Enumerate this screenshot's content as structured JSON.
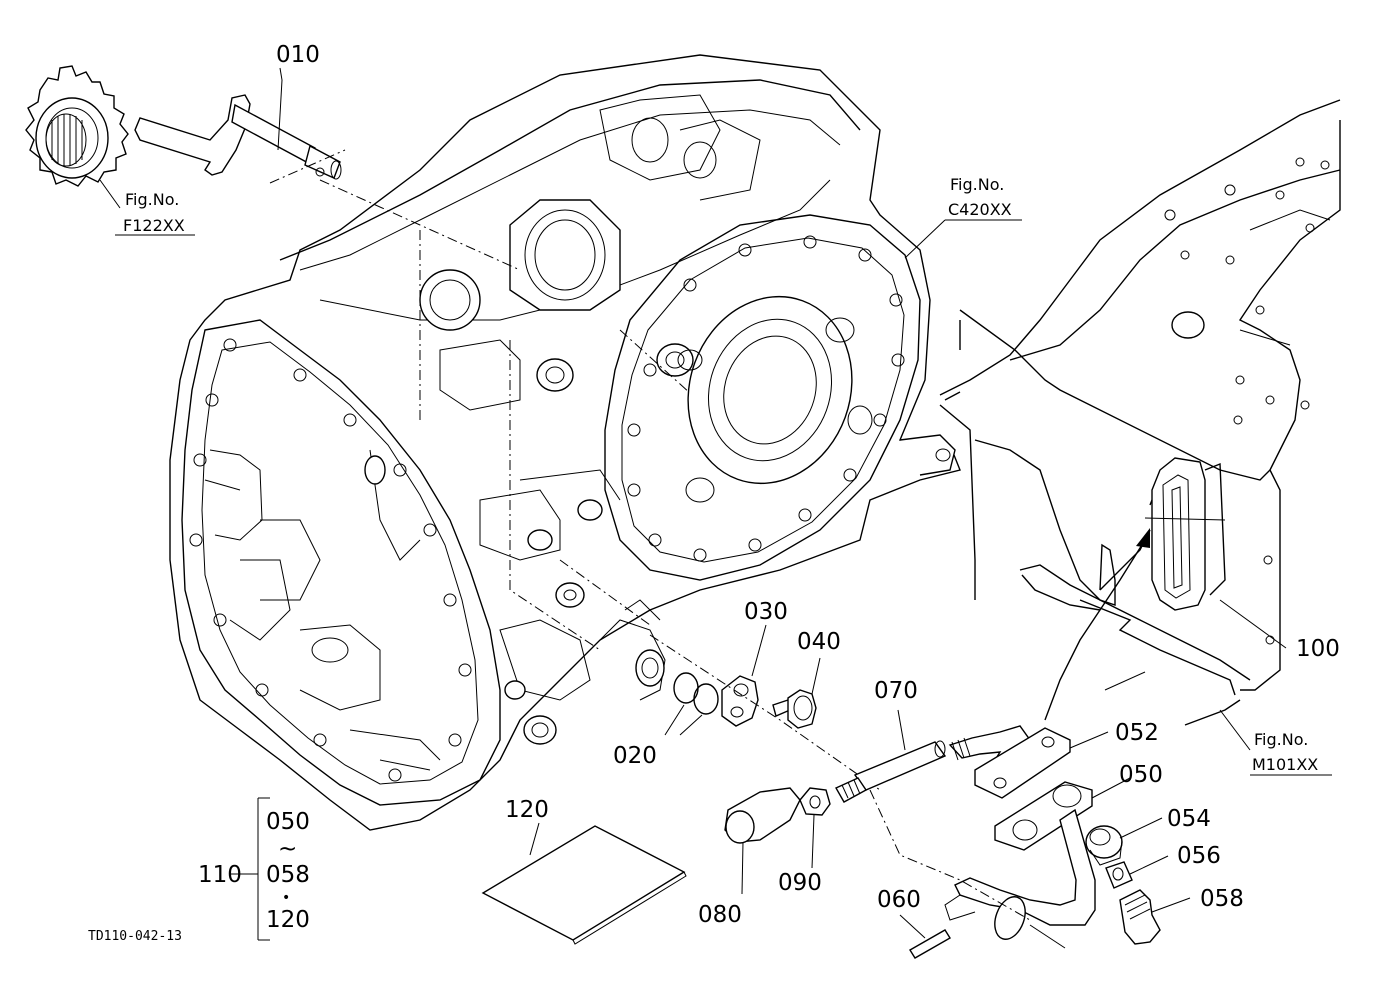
{
  "diagram_code": "TD110-042-13",
  "fig_refs": [
    {
      "label": "Fig.No.",
      "code": "F122XX"
    },
    {
      "label": "Fig.No.",
      "code": "C420XX"
    },
    {
      "label": "Fig.No.",
      "code": "M101XX"
    }
  ],
  "parts": [
    "010",
    "020",
    "030",
    "040",
    "050",
    "052",
    "054",
    "056",
    "058",
    "060",
    "070",
    "080",
    "090",
    "100",
    "120"
  ],
  "kit": {
    "number": "110",
    "range_start": "050",
    "range_sep": "~",
    "range_end": "058",
    "plus_sep": "•",
    "extra": "120"
  }
}
